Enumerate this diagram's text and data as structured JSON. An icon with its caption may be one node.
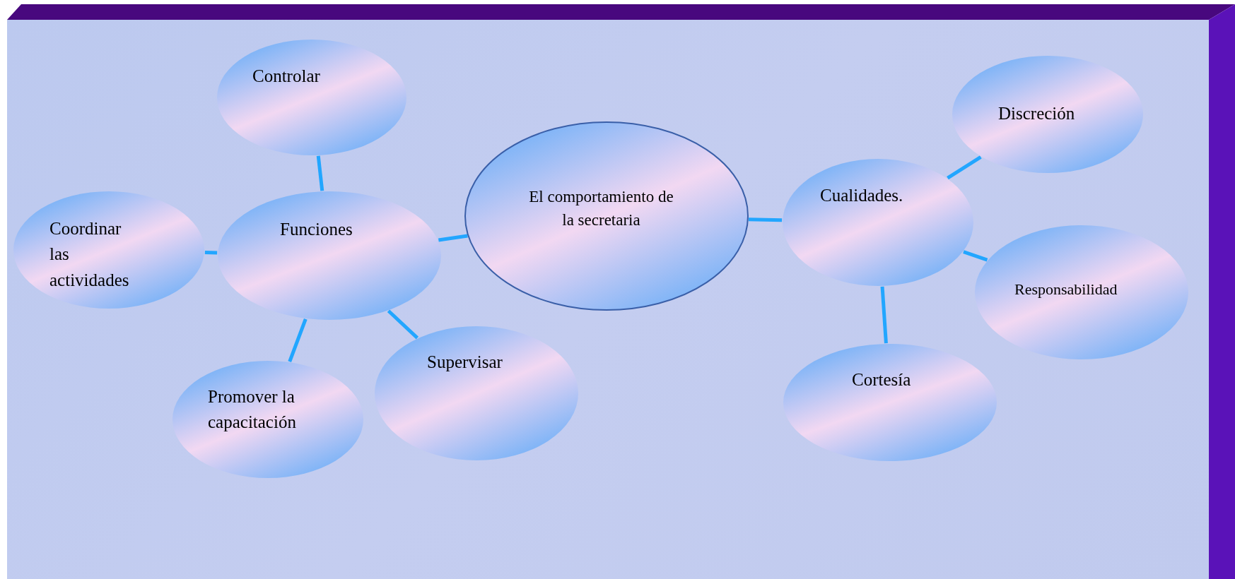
{
  "diagram": {
    "nodes": [
      {
        "text": [
          "Controlar"
        ]
      },
      {
        "text": [
          "Coordinar las actividades"
        ]
      },
      {
        "text": [
          "Funciones"
        ]
      },
      {
        "text": [
          "El comportamiento de la secretaria"
        ]
      },
      {
        "text": [
          "Promover la capacitación"
        ]
      },
      {
        "text": [
          "Supervisar"
        ]
      },
      {
        "text": [
          "Discreción"
        ]
      },
      {
        "text": [
          "Cualidades."
        ]
      },
      {
        "text": [
          "Responsabilidad"
        ]
      },
      {
        "text": [
          "Cortesía"
        ]
      }
    ],
    "edges": [
      {
        "from": 2,
        "to": 0,
        "arrow": "none"
      },
      {
        "from": 2,
        "to": 1,
        "arrow": "none"
      },
      {
        "from": 2,
        "to": 4,
        "arrow": "none"
      },
      {
        "from": 2,
        "to": 5,
        "arrow": "none"
      },
      {
        "from": 3,
        "to": 2,
        "arrow": "none"
      },
      {
        "from": 3,
        "to": 7,
        "arrow": "none"
      },
      {
        "from": 7,
        "to": 6,
        "arrow": "none"
      },
      {
        "from": 7,
        "to": 8,
        "arrow": "none"
      },
      {
        "from": 7,
        "to": 9,
        "arrow": "none"
      }
    ]
  }
}
